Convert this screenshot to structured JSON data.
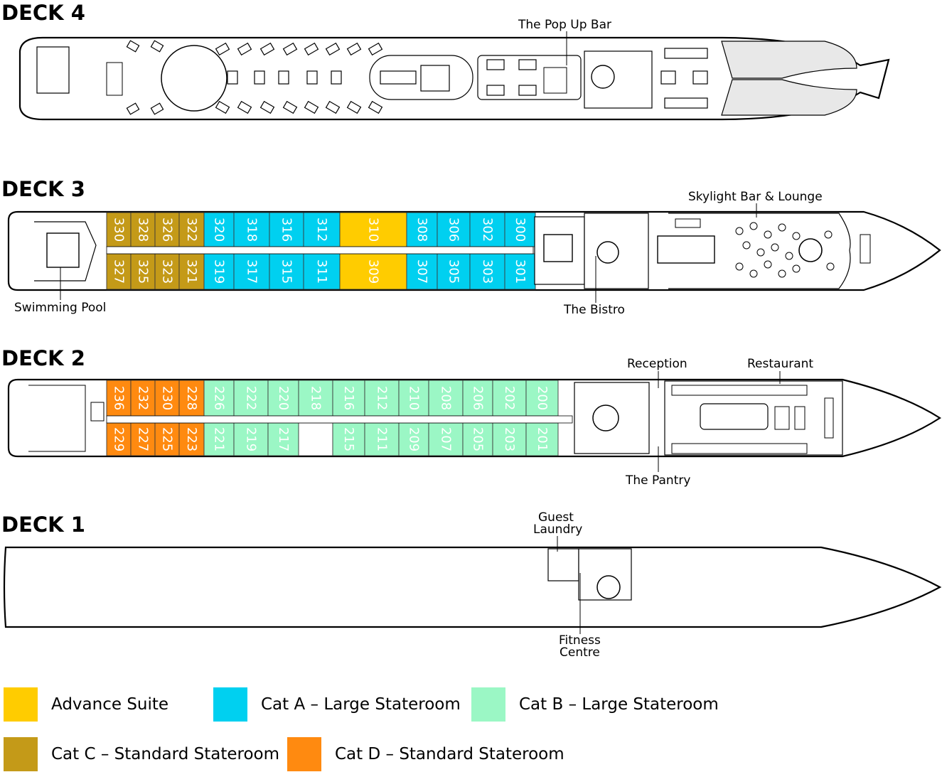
{
  "decks": [
    {
      "id": "deck-4",
      "title": "DECK 4",
      "labels": [
        "The Pop Up Bar"
      ]
    },
    {
      "id": "deck-3",
      "title": "DECK 3",
      "labels": [
        "Skylight Bar & Lounge",
        "Swimming Pool",
        "The Bistro"
      ]
    },
    {
      "id": "deck-2",
      "title": "DECK 2",
      "labels": [
        "Reception",
        "Restaurant",
        "The Pantry"
      ]
    },
    {
      "id": "deck-1",
      "title": "DECK 1",
      "labels": [
        "Guest",
        "Laundry",
        "Fitness",
        "Centre"
      ]
    }
  ],
  "categories": {
    "adv": {
      "label": "Advance Suite",
      "color": "#ffcc00"
    },
    "a": {
      "label": "Cat A – Large Stateroom",
      "color": "#00d0f0"
    },
    "b": {
      "label": "Cat B – Large Stateroom",
      "color": "#9bf7c5"
    },
    "c": {
      "label": "Cat C – Standard Stateroom",
      "color": "#c49a18"
    },
    "d": {
      "label": "Cat D – Standard Stateroom",
      "color": "#ff8a10"
    }
  },
  "legend_order": [
    "adv",
    "a",
    "b",
    "c",
    "d"
  ],
  "cabins": {
    "deck3": {
      "top": [
        {
          "n": "330",
          "cat": "c"
        },
        {
          "n": "328",
          "cat": "c"
        },
        {
          "n": "326",
          "cat": "c"
        },
        {
          "n": "322",
          "cat": "c"
        },
        {
          "n": "320",
          "cat": "a"
        },
        {
          "n": "318",
          "cat": "a"
        },
        {
          "n": "316",
          "cat": "a"
        },
        {
          "n": "312",
          "cat": "a"
        },
        {
          "n": "310",
          "cat": "adv"
        },
        {
          "n": "308",
          "cat": "a"
        },
        {
          "n": "306",
          "cat": "a"
        },
        {
          "n": "302",
          "cat": "a"
        },
        {
          "n": "300",
          "cat": "a"
        }
      ],
      "bottom": [
        {
          "n": "327",
          "cat": "c"
        },
        {
          "n": "325",
          "cat": "c"
        },
        {
          "n": "323",
          "cat": "c"
        },
        {
          "n": "321",
          "cat": "c"
        },
        {
          "n": "319",
          "cat": "a"
        },
        {
          "n": "317",
          "cat": "a"
        },
        {
          "n": "315",
          "cat": "a"
        },
        {
          "n": "311",
          "cat": "a"
        },
        {
          "n": "309",
          "cat": "adv"
        },
        {
          "n": "307",
          "cat": "a"
        },
        {
          "n": "305",
          "cat": "a"
        },
        {
          "n": "303",
          "cat": "a"
        },
        {
          "n": "301",
          "cat": "a"
        }
      ]
    },
    "deck2": {
      "top": [
        {
          "n": "236",
          "cat": "d"
        },
        {
          "n": "232",
          "cat": "d"
        },
        {
          "n": "230",
          "cat": "d"
        },
        {
          "n": "228",
          "cat": "d"
        },
        {
          "n": "226",
          "cat": "b"
        },
        {
          "n": "222",
          "cat": "b"
        },
        {
          "n": "220",
          "cat": "b"
        },
        {
          "n": "218",
          "cat": "b"
        },
        {
          "n": "216",
          "cat": "b"
        },
        {
          "n": "212",
          "cat": "b"
        },
        {
          "n": "210",
          "cat": "b"
        },
        {
          "n": "208",
          "cat": "b"
        },
        {
          "n": "206",
          "cat": "b"
        },
        {
          "n": "202",
          "cat": "b"
        },
        {
          "n": "200",
          "cat": "b"
        }
      ],
      "bottom": [
        {
          "n": "229",
          "cat": "d"
        },
        {
          "n": "227",
          "cat": "d"
        },
        {
          "n": "225",
          "cat": "d"
        },
        {
          "n": "223",
          "cat": "d"
        },
        {
          "n": "221",
          "cat": "b"
        },
        {
          "n": "219",
          "cat": "b"
        },
        {
          "n": "217",
          "cat": "b"
        },
        {
          "n": "",
          "cat": "none"
        },
        {
          "n": "215",
          "cat": "b"
        },
        {
          "n": "211",
          "cat": "b"
        },
        {
          "n": "209",
          "cat": "b"
        },
        {
          "n": "207",
          "cat": "b"
        },
        {
          "n": "205",
          "cat": "b"
        },
        {
          "n": "203",
          "cat": "b"
        },
        {
          "n": "201",
          "cat": "b"
        }
      ]
    }
  }
}
